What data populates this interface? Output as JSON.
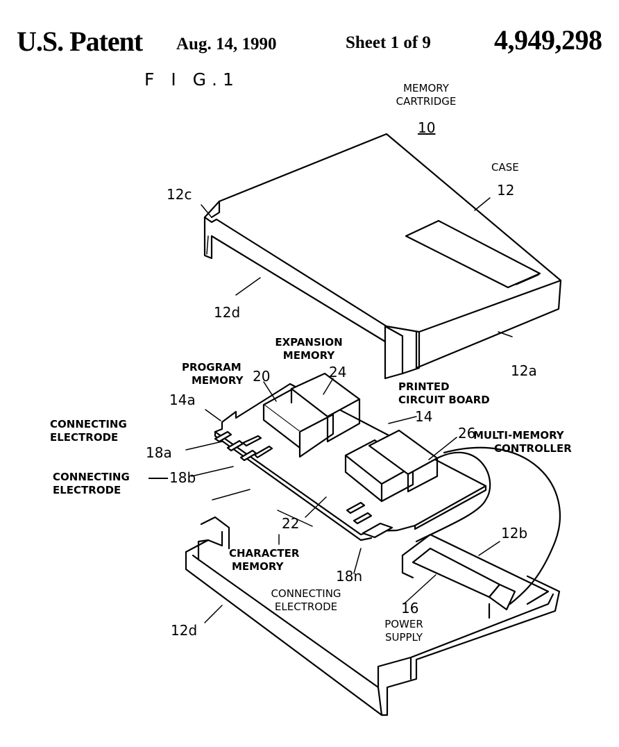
{
  "header": {
    "patent": "U.S. Patent",
    "date": "Aug. 14, 1990",
    "sheet": "Sheet 1 of 9",
    "number": "4,949,298"
  },
  "figure": {
    "label": "F I G.1"
  },
  "labels": {
    "memory_cartridge_line1": "MEMORY",
    "memory_cartridge_line2": "CARTRIDGE",
    "memory_cartridge_ref": "10",
    "case": "CASE",
    "expansion_memory_line1": "EXPANSION",
    "expansion_memory_line2": "MEMORY",
    "program_memory_line1": "PROGRAM",
    "program_memory_line2": "MEMORY",
    "printed_circuit_board_line1": "PRINTED",
    "printed_circuit_board_line2": "CIRCUIT BOARD",
    "connecting_electrode_a_line1": "CONNECTING",
    "connecting_electrode_a_line2": "ELECTRODE",
    "connecting_electrode_b_line1": "CONNECTING",
    "connecting_electrode_b_line2": "ELECTRODE",
    "multi_memory_controller_line1": "MULTI-MEMORY",
    "multi_memory_controller_line2": "CONTROLLER",
    "character_memory_line1": "CHARACTER",
    "character_memory_line2": "MEMORY",
    "connecting_electrode_n_line1": "CONNECTING",
    "connecting_electrode_n_line2": "ELECTRODE",
    "power_supply_line1": "POWER",
    "power_supply_line2": "SUPPLY"
  },
  "refs": {
    "r12c": "12c",
    "r12": "12",
    "r12d_top": "12d",
    "r12a": "12a",
    "r24": "24",
    "r20": "20",
    "r14a": "14a",
    "r14": "14",
    "r18a": "18a",
    "r18b": "18b",
    "r26": "26",
    "r22": "22",
    "r12b": "12b",
    "r18n": "18n",
    "r16": "16",
    "r12d_bottom": "12d"
  }
}
